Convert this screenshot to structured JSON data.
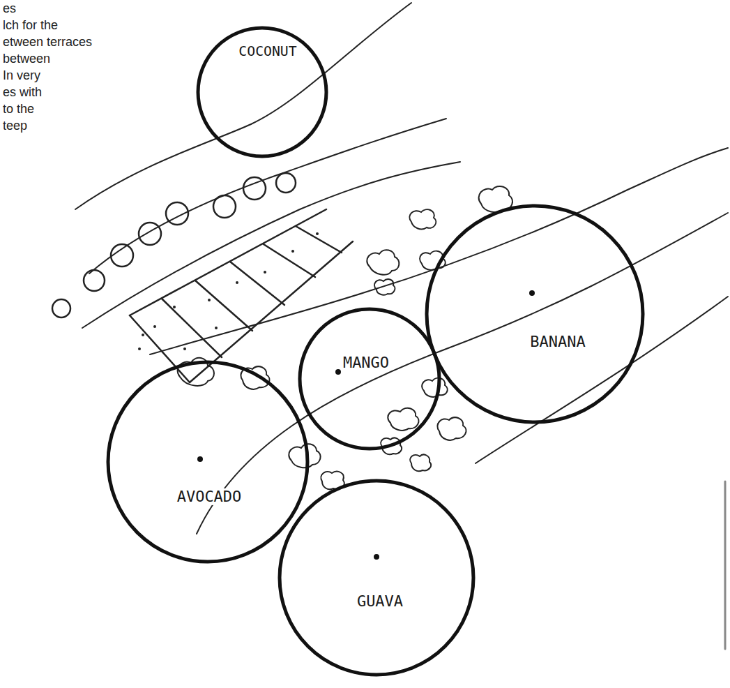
{
  "diagram": {
    "nodes": [
      {
        "text": [
          "COCONUT"
        ]
      },
      {
        "text": [
          "BANANA"
        ]
      },
      {
        "text": [
          "MANGO"
        ]
      },
      {
        "text": [
          "AVOCADO"
        ]
      },
      {
        "text": [
          "GUAVA"
        ]
      }
    ],
    "labels": [
      "es",
      "lch for the",
      "etween terraces",
      "between",
      "In very",
      "es with",
      "to the",
      "teep"
    ]
  }
}
